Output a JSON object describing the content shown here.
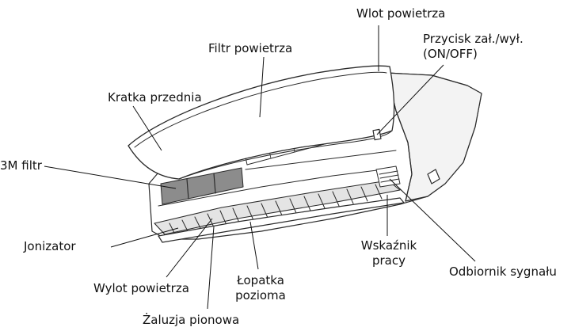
{
  "labels": {
    "air_inlet": "Wlot powietrza",
    "on_off_line1": "Przycisk zał./wył.",
    "on_off_line2": "(ON/OFF)",
    "air_filter": "Filtr powietrza",
    "front_grille": "Kratka przednia",
    "filter_3m": "3M filtr",
    "ionizer": "Jonizator",
    "air_outlet": "Wylot powietrza",
    "horizontal_vane_line1": "Łopatka",
    "horizontal_vane_line2": "pozioma",
    "vertical_louver": "Żaluzja pionowa",
    "indicator_line1": "Wskaźnik",
    "indicator_line2": "pracy",
    "signal_receiver": "Odbiornik sygnału"
  },
  "colors": {
    "stroke": "#2a2a2a",
    "filter_fill": "#8c8c8c",
    "body_fill": "#ffffff",
    "shade": "#d9d9d9"
  }
}
